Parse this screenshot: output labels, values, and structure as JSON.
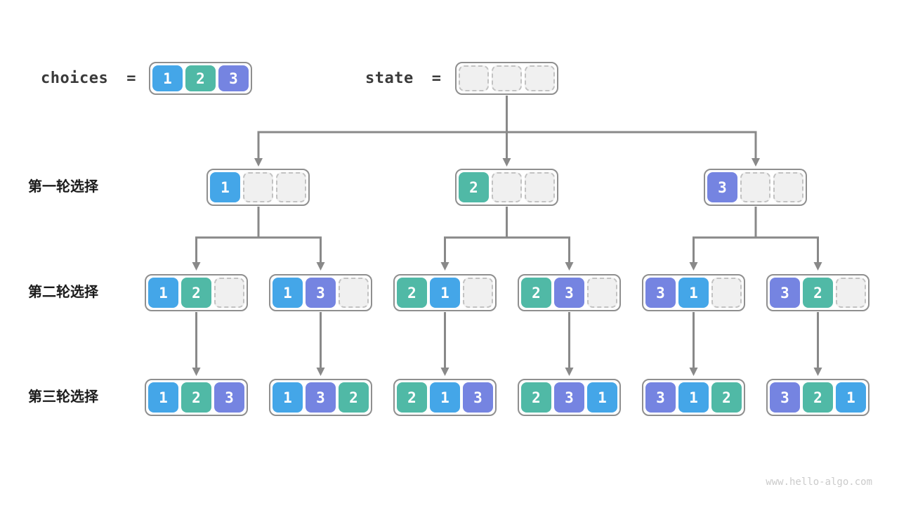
{
  "page": {
    "watermark": "www.hello-algo.com",
    "background": "#ffffff"
  },
  "colors": {
    "1": "#44A6E8",
    "2": "#50B9A6",
    "3": "#7584E1",
    "arrow": "#898989",
    "empty_fill": "#f0f0f0",
    "node_border": "#8f8f8f"
  },
  "header": {
    "choices_label": "choices",
    "eq": "=",
    "choices_cells": [
      "1",
      "2",
      "3"
    ],
    "state_label": "state",
    "state_cells": [
      "",
      "",
      ""
    ]
  },
  "row_labels": [
    "第一轮选择",
    "第二轮选择",
    "第三轮选择"
  ],
  "tree": {
    "level1": [
      [
        "1",
        "",
        ""
      ],
      [
        "2",
        "",
        ""
      ],
      [
        "3",
        "",
        ""
      ]
    ],
    "level2": [
      [
        "1",
        "2",
        ""
      ],
      [
        "1",
        "3",
        ""
      ],
      [
        "2",
        "1",
        ""
      ],
      [
        "2",
        "3",
        ""
      ],
      [
        "3",
        "1",
        ""
      ],
      [
        "3",
        "2",
        ""
      ]
    ],
    "level3": [
      [
        "1",
        "2",
        "3"
      ],
      [
        "1",
        "3",
        "2"
      ],
      [
        "2",
        "1",
        "3"
      ],
      [
        "2",
        "3",
        "1"
      ],
      [
        "3",
        "1",
        "2"
      ],
      [
        "3",
        "2",
        "1"
      ]
    ]
  }
}
